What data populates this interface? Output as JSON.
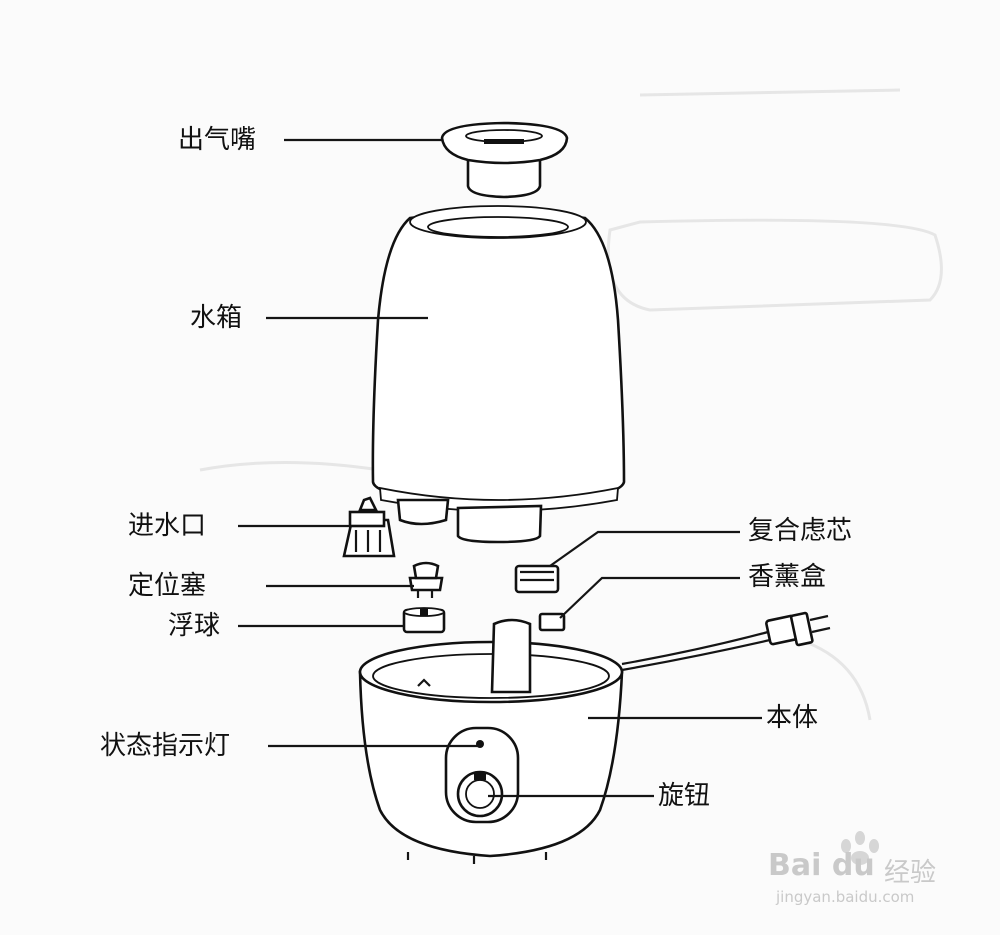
{
  "diagram": {
    "labels": {
      "outlet_nozzle": "出气嘴",
      "water_tank": "水箱",
      "water_inlet": "进水口",
      "positioning_plug": "定位塞",
      "float_ball": "浮球",
      "status_light": "状态指示灯",
      "composite_filter": "复合虑芯",
      "aroma_box": "香薰盒",
      "main_body": "本体",
      "knob": "旋钮"
    }
  },
  "watermark": {
    "brand": "Bai du",
    "product": "经验",
    "url": "jingyan.baidu.com"
  }
}
